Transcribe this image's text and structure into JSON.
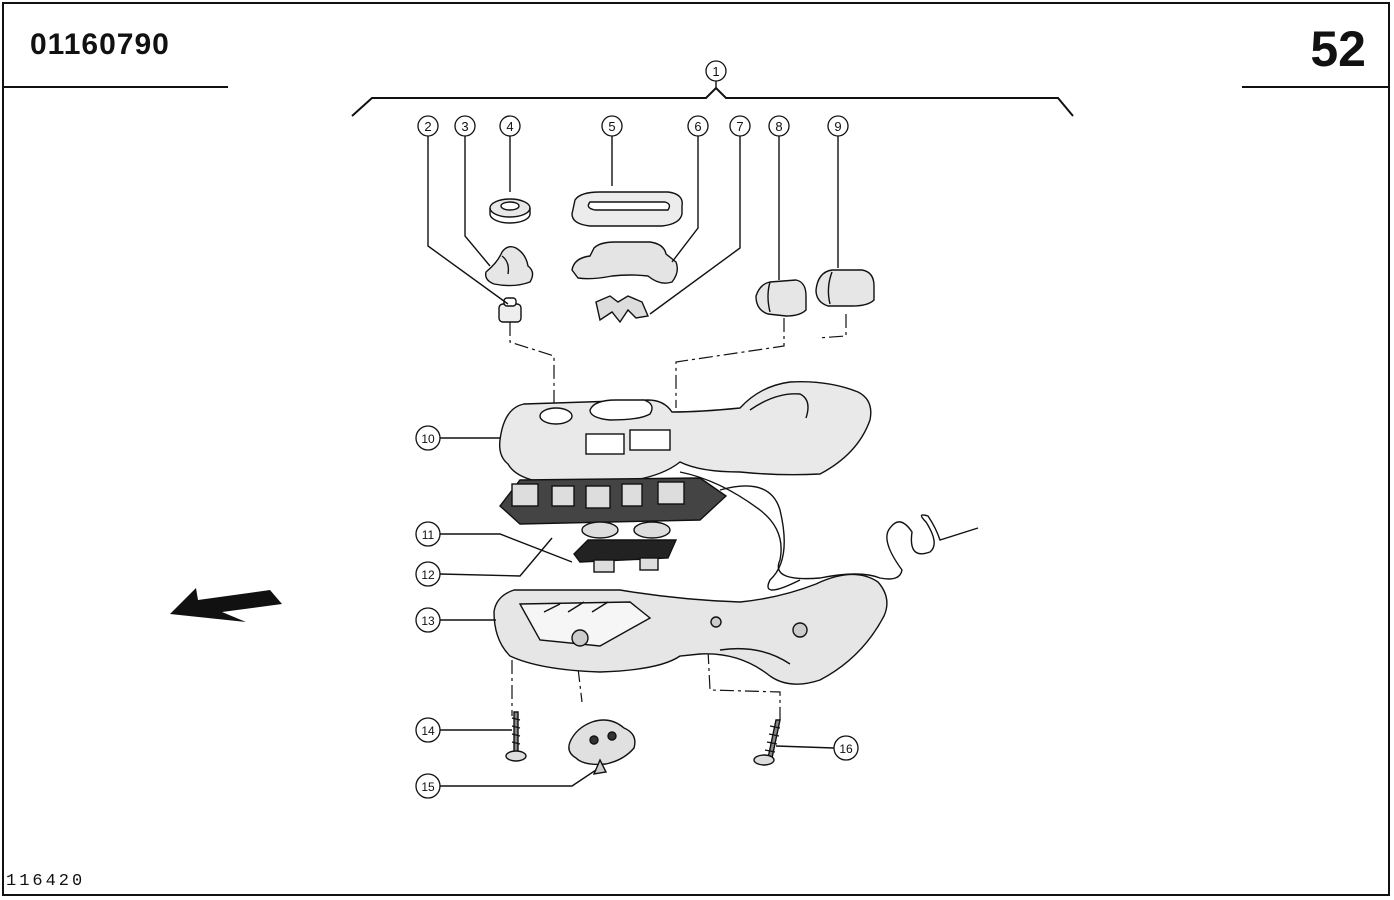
{
  "header": {
    "doc_number": "01160790",
    "page_number": "52"
  },
  "footer": {
    "ref_number": "116420"
  },
  "callouts": [
    "1",
    "2",
    "3",
    "4",
    "5",
    "6",
    "7",
    "8",
    "9",
    "10",
    "11",
    "12",
    "13",
    "14",
    "15",
    "16"
  ],
  "icons": {
    "direction_arrow": "arrow-left-down-icon"
  }
}
